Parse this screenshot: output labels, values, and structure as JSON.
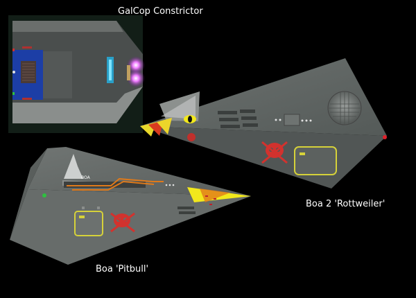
{
  "ships": {
    "constrictor": {
      "name": "GalCop Constrictor"
    },
    "rottweiler": {
      "name": "Boa 2 'Rottweiler'"
    },
    "pitbull": {
      "name": "Boa 'Pitbull'"
    }
  },
  "hull_markings": {
    "pitbull_tag": "BOA"
  },
  "colors": {
    "background": "#000000",
    "hull": "#5f6563",
    "caption": "#ffffff",
    "skull": "#d2322e",
    "hatch_outline": "#d6d23a",
    "engine_glow": "#e24cf0",
    "stripe_orange": "#e07a1a",
    "stripe_yellow": "#f2e81c"
  },
  "icons": [
    "skull-decal-icon",
    "hatch-panel-icon",
    "engine-glow-icon",
    "eye-decal-icon"
  ]
}
